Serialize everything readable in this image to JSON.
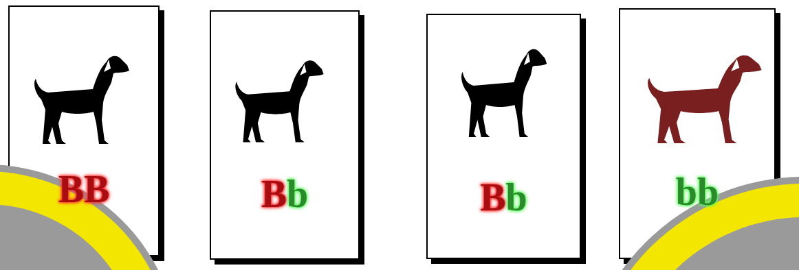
{
  "diagram": {
    "nodes": [
      {
        "text": [
          "BB"
        ]
      },
      {
        "text": [
          "Bb"
        ]
      },
      {
        "text": [
          "Bb"
        ]
      },
      {
        "text": [
          "bb"
        ]
      }
    ]
  }
}
